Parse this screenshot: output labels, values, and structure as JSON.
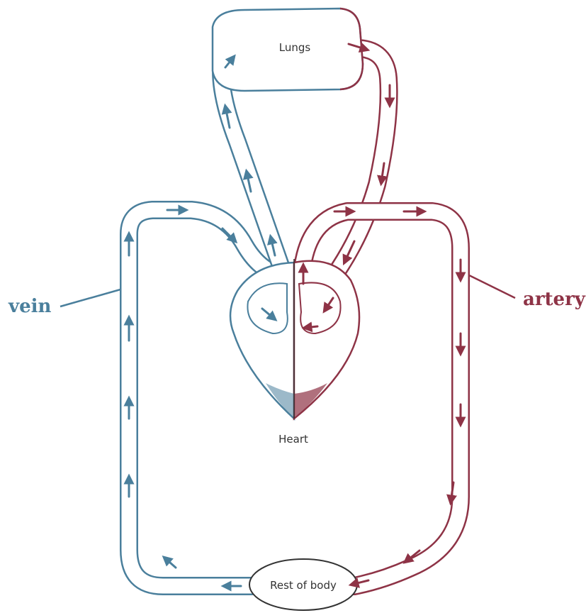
{
  "labels": {
    "lungs": "Lungs",
    "heart": "Heart",
    "rest_of_body": "Rest of body",
    "vein": "vein",
    "artery": "artery"
  },
  "colors": {
    "vein": "#4a7f9c",
    "artery": "#8e3346",
    "outline": "#333333",
    "background": "#ffffff"
  }
}
